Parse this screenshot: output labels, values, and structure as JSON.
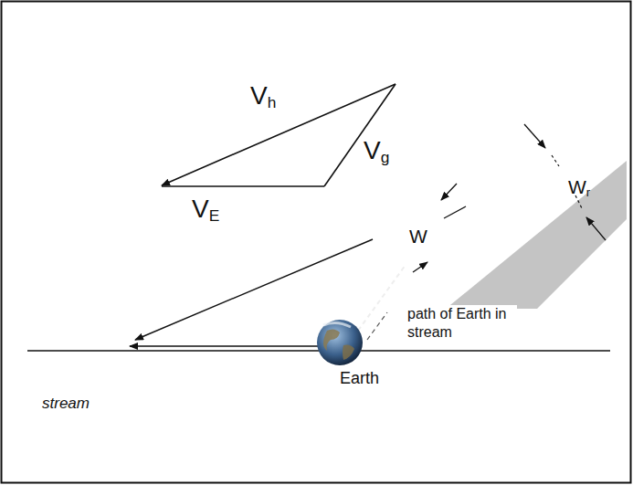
{
  "diagram": {
    "nodes": [
      {
        "text": [
          "stream"
        ]
      },
      {
        "text": [
          "Earth"
        ]
      }
    ],
    "labels": [
      "Vh",
      "Vg",
      "VE",
      "W",
      "Wr",
      "path of Earth in stream"
    ]
  }
}
